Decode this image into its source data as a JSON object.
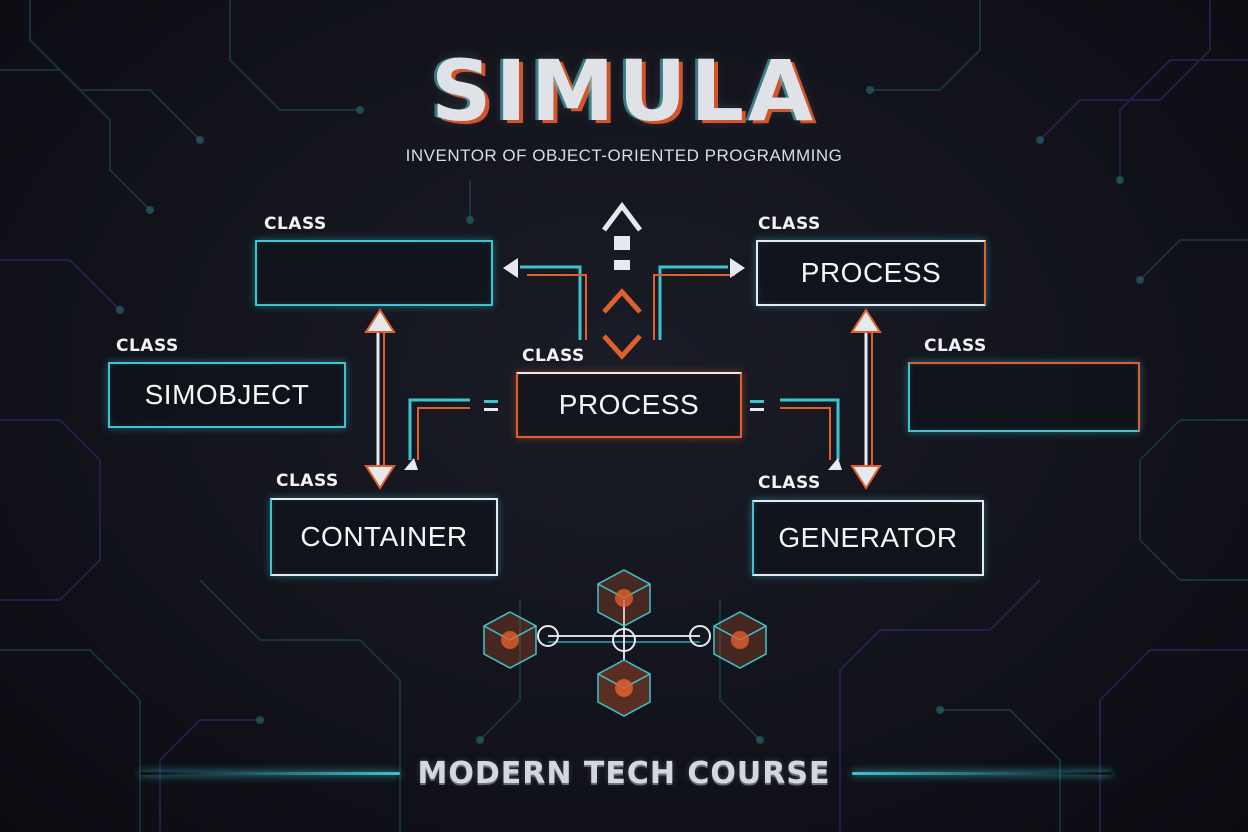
{
  "title": "SIMULA",
  "subtitle": "INVENTOR OF OBJECT-ORIENTED PROGRAMMING",
  "class_keyword": "CLASS",
  "classes": {
    "top_left": "",
    "top_right": "PROCESS",
    "left": "SIMOBJECT",
    "center": "PROCESS",
    "right": "",
    "bottom_left": "CONTAINER",
    "bottom_right": "GENERATOR"
  },
  "footer": "MODERN TECH COURSE",
  "colors": {
    "background": "#12131b",
    "cyan": "#3ec3d0",
    "orange": "#e0602d",
    "purple": "#4a2f8a",
    "text": "#e8ecef"
  }
}
